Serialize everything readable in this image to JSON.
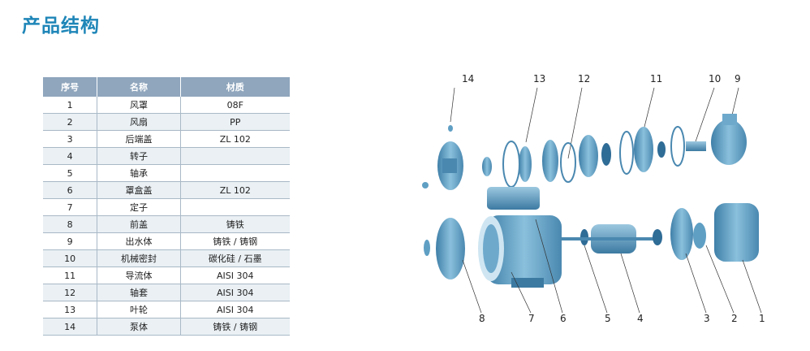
{
  "title": "产品结构",
  "table": {
    "headers": [
      "序号",
      "名称",
      "材质"
    ],
    "rows": [
      [
        "1",
        "风罩",
        "08F"
      ],
      [
        "2",
        "风扇",
        "PP"
      ],
      [
        "3",
        "后端盖",
        "ZL 102"
      ],
      [
        "4",
        "转子",
        ""
      ],
      [
        "5",
        "轴承",
        ""
      ],
      [
        "6",
        "罩盒盖",
        "ZL 102"
      ],
      [
        "7",
        "定子",
        ""
      ],
      [
        "8",
        "前盖",
        "铸铁"
      ],
      [
        "9",
        "出水体",
        "铸铁 / 铸钢"
      ],
      [
        "10",
        "机械密封",
        "碳化硅 / 石墨"
      ],
      [
        "11",
        "导流体",
        "AISI 304"
      ],
      [
        "12",
        "轴套",
        "AISI 304"
      ],
      [
        "13",
        "叶轮",
        "AISI 304"
      ],
      [
        "14",
        "泵体",
        "铸铁 / 铸钢"
      ]
    ]
  },
  "callouts_top": [
    "14",
    "13",
    "12",
    "11",
    "10",
    "9"
  ],
  "callouts_bottom": [
    "8",
    "7",
    "6",
    "5",
    "4",
    "3",
    "2",
    "1"
  ],
  "colors": {
    "title": "#1f86b8",
    "header_bg": "#8fa6bd",
    "row_alt": "#eaf0f4",
    "part": "#5f9fc4"
  }
}
